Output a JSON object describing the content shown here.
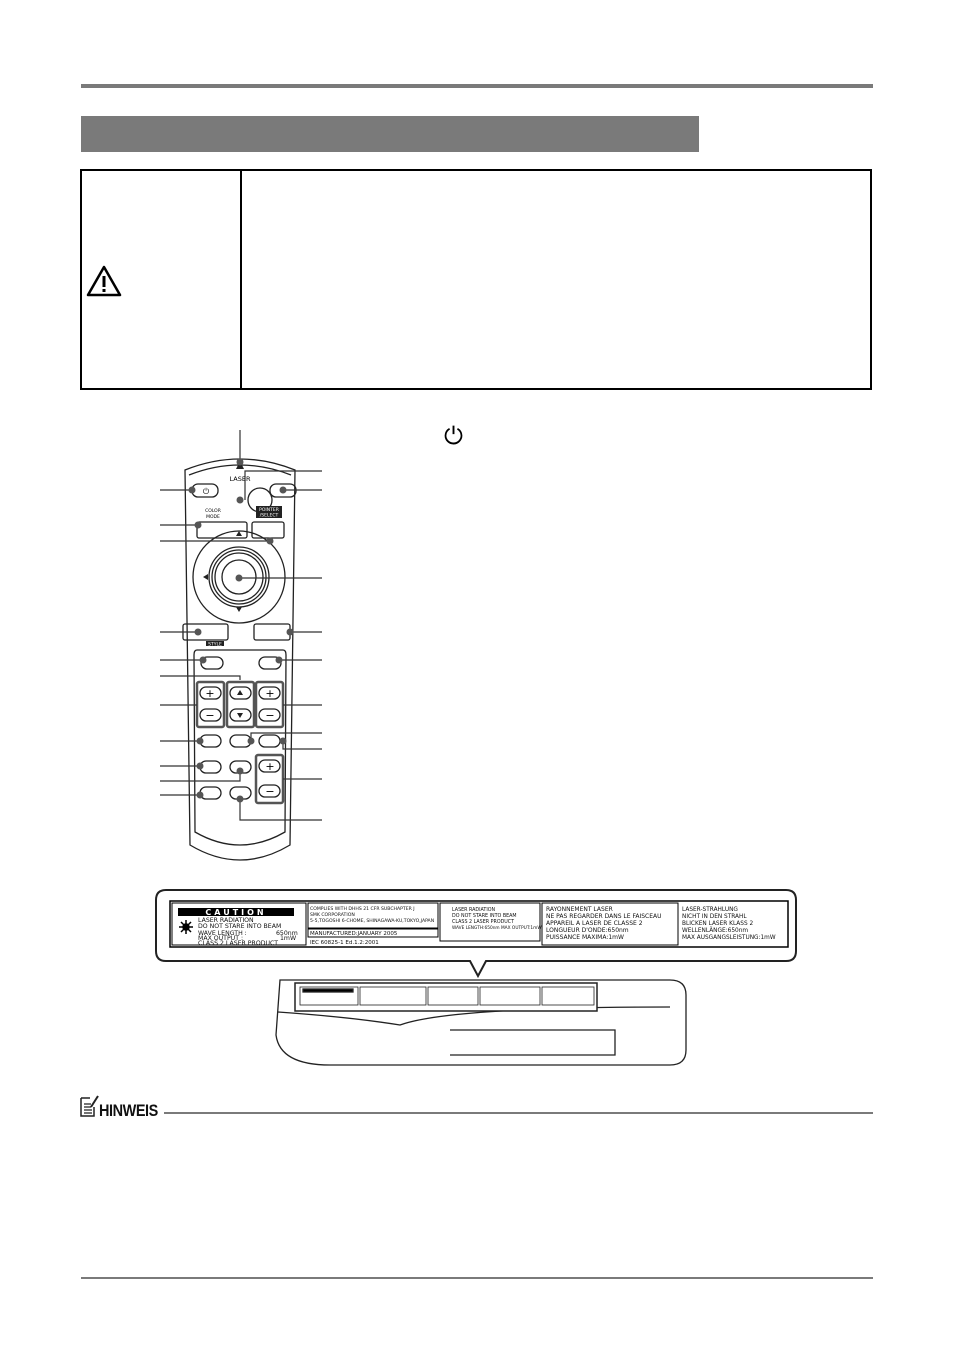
{
  "remote": {
    "power_symbol": "⏻",
    "laser_label": "LASER",
    "color_mode_label": "COLOR MODE",
    "color_mode_line1": "COLOR",
    "color_mode_line2": "MODE",
    "pointer_select_line1": "POINTER",
    "pointer_select_line2": "/SELECT",
    "style_label": "STYLE",
    "plus": "+",
    "minus": "−"
  },
  "caution_label": {
    "title": "CAUTION",
    "lines": [
      "LASER RADIATION",
      "DO NOT STARE INTO BEAM",
      "WAVE LENGTH :",
      "MAX OUTPUT :",
      "CLASS 2 LASER PRODUCT"
    ],
    "wave_value": "650nm",
    "output_value": "1mW",
    "manufacturer": [
      "COMPLIES WITH DHHS 21 CFR SUBCHAPTER J",
      "SMK CORPORATION",
      "5-5,TOGOSHI 6-CHOME, SHINAGAWA-KU,TOKYO,JAPAN"
    ],
    "manufactured": "MANUFACTURED:JANUARY 2005",
    "standard": "IEC 60825-1 Ed.1.2:2001",
    "english": [
      "LASER RADIATION",
      "DO NOT STARE INTO BEAM",
      "CLASS 2 LASER PRODUCT",
      "WAVE LENGTH:650nm MAX OUTPUT:1mW"
    ],
    "french": [
      "RAYONNEMENT LASER",
      "NE PAS REGARDER DANS LE FAISCEAU",
      "APPAREIL A LASER DE CLASSE 2",
      "LONGUEUR D'ONDE:650nm",
      "PUISSANCE MAXIMA:1mW"
    ],
    "german": [
      "LASER-STRAHLUNG",
      "NICHT IN DEN STRAHL",
      "BLICKEN LASER KLASS 2",
      "WELLENLÄNGE:650nm",
      "MAX AUSGANGSLEISTUNG:1mW"
    ]
  },
  "note": {
    "label": "HINWEIS"
  },
  "power_icon": "⏻"
}
